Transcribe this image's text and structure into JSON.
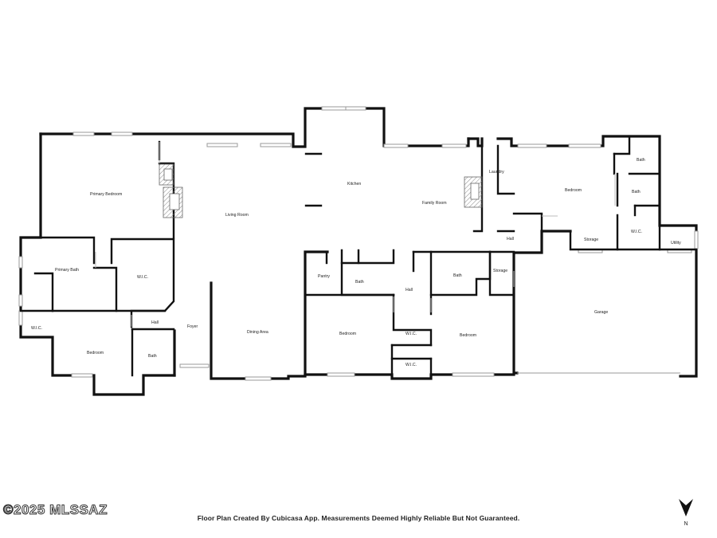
{
  "rooms": {
    "primary_bedroom": "Primary Bedroom",
    "living_room": "Living Room",
    "kitchen": "Kitchen",
    "family_room": "Family Room",
    "laundry": "Laundry",
    "bedroom_ne": "Bedroom",
    "bath_ne_top": "Bath",
    "bath_ne": "Bath",
    "hall_east": "Hall",
    "storage_ne": "Storage",
    "wic_ne": "W.I.C.",
    "utility": "Utility",
    "primary_bath": "Primary Bath",
    "wic_primary": "W.I.C.",
    "pantry": "Pantry",
    "bath_pantry": "Bath",
    "hall_center": "Hall",
    "bath_center": "Bath",
    "storage_center": "Storage",
    "garage": "Garage",
    "wic_west": "W.I.C.",
    "hall_west": "Hall",
    "foyer": "Foyer",
    "dining_area": "Dining Area",
    "bedroom_sw": "Bedroom",
    "bath_sw": "Bath",
    "bedroom_center": "Bedroom",
    "wic_center_1": "W.I.C.",
    "bedroom_se": "Bedroom",
    "wic_center_2": "W.I.C."
  },
  "footer_text": "Floor Plan Created By Cubicasa App. Measurements Deemed Highly Reliable But Not Guaranteed.",
  "copyright": "©2025 MLSSAZ",
  "compass_label": "N"
}
